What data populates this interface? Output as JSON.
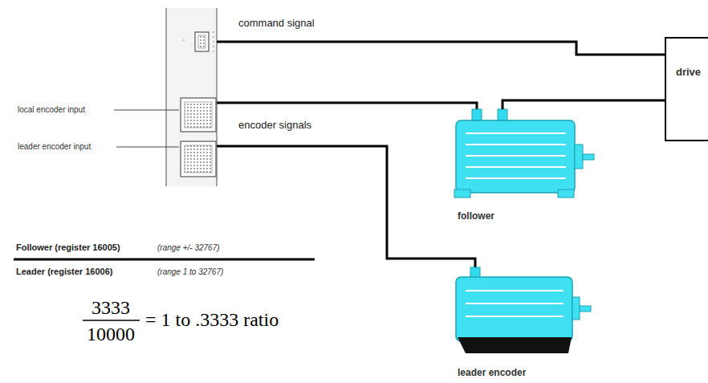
{
  "diagram": {
    "nodes": [
      {
        "text": [
          "drive"
        ]
      },
      {
        "text": [
          "follower"
        ]
      },
      {
        "text": [
          "leader encoder"
        ]
      }
    ],
    "edges": [
      {
        "from": 1,
        "to": 0,
        "arrow": "none"
      }
    ],
    "labels": [
      "command signal",
      "encoder signals",
      "local encoder input",
      "leader encoder input",
      "Follower (register 16005)",
      "(range +/- 32767)",
      "Leader (register 16006)",
      "(range 1 to 32767)",
      "3333",
      "10000",
      "= 1 to .3333 ratio"
    ]
  }
}
